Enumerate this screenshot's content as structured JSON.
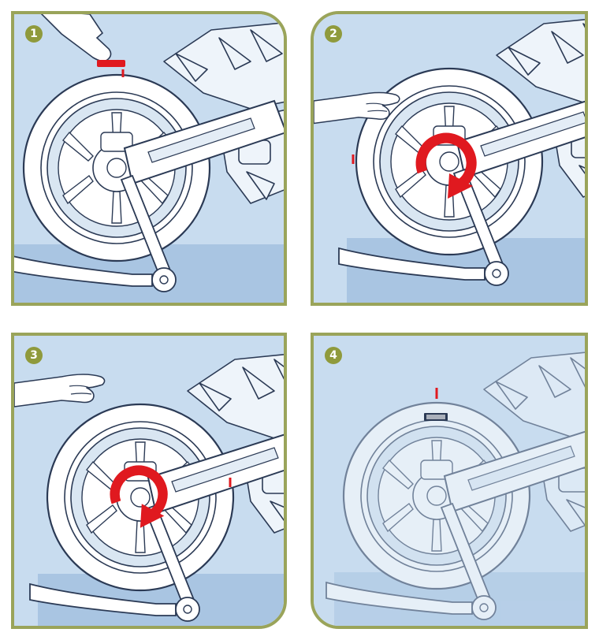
{
  "panels": [
    {
      "number": "1"
    },
    {
      "number": "2"
    },
    {
      "number": "3"
    },
    {
      "number": "4"
    }
  ],
  "colors": {
    "border": "#9aa45a",
    "badge": "#8f9a3c",
    "sky": "#c8dcef",
    "floor": "#a9c5e2",
    "line": "#2b3a55",
    "arrow": "#e0191f",
    "mark": "#e0191f"
  }
}
